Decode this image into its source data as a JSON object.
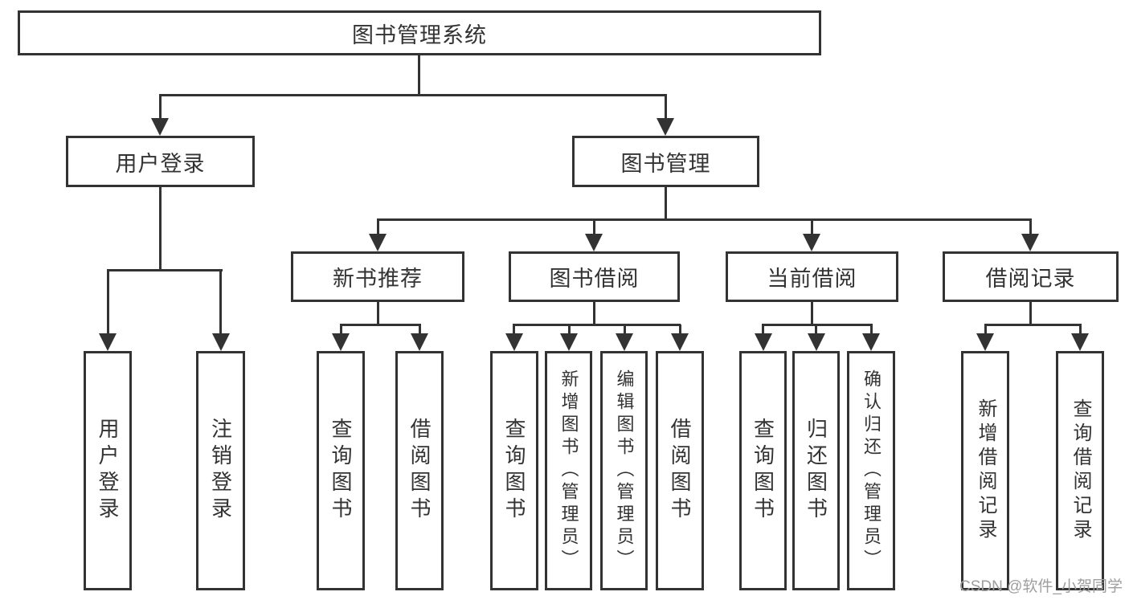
{
  "tree": {
    "root": {
      "label": "图书管理系统"
    },
    "level2": [
      {
        "label": "用户登录",
        "children": [
          {
            "label": "用户登录"
          },
          {
            "label": "注销登录"
          }
        ]
      },
      {
        "label": "图书管理"
      }
    ],
    "level3": [
      {
        "label": "新书推荐",
        "children": [
          {
            "label": "查询图书"
          },
          {
            "label": "借阅图书"
          }
        ]
      },
      {
        "label": "图书借阅",
        "children": [
          {
            "label": "查询图书"
          },
          {
            "label": "新增图书（管理员）"
          },
          {
            "label": "编辑图书（管理员）"
          },
          {
            "label": "借阅图书"
          }
        ]
      },
      {
        "label": "当前借阅",
        "children": [
          {
            "label": "查询图书"
          },
          {
            "label": "归还图书"
          },
          {
            "label": "确认归还（管理员）"
          }
        ]
      },
      {
        "label": "借阅记录",
        "children": [
          {
            "label": "新增借阅记录"
          },
          {
            "label": "查询借阅记录"
          }
        ]
      }
    ]
  },
  "watermark": {
    "text": "CSDN @软件_小贺同学",
    "color": "#9e9e9e"
  },
  "colors": {
    "line": "#333333",
    "box_border": "#333333",
    "text": "#333333"
  }
}
